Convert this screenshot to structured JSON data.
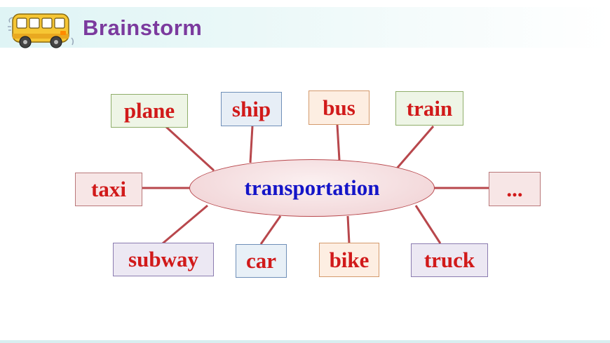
{
  "header": {
    "title": "Brainstorm"
  },
  "icons": {
    "bus": "school-bus-icon"
  },
  "colors": {
    "title": "#7b3a9e",
    "hub_text": "#1515c8",
    "node_text": "#d11a1a",
    "connector": "#b8474c"
  },
  "diagram": {
    "hub": "transportation",
    "nodes": {
      "plane": "plane",
      "ship": "ship",
      "bus": "bus",
      "train": "train",
      "taxi": "taxi",
      "more": "...",
      "subway": "subway",
      "car": "car",
      "bike": "bike",
      "truck": "truck"
    }
  }
}
